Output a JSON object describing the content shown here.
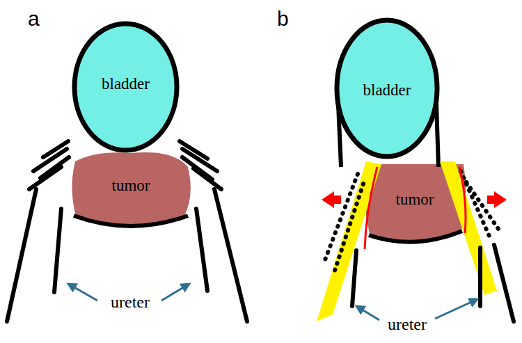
{
  "diagram": {
    "nodes": [
      {
        "text": [
          "bladder"
        ]
      },
      {
        "text": [
          "tumor"
        ]
      },
      {
        "text": [
          "bladder"
        ]
      },
      {
        "text": [
          "tumor"
        ]
      }
    ],
    "labels": [
      "a",
      "ureter",
      "b",
      "ureter"
    ]
  }
}
